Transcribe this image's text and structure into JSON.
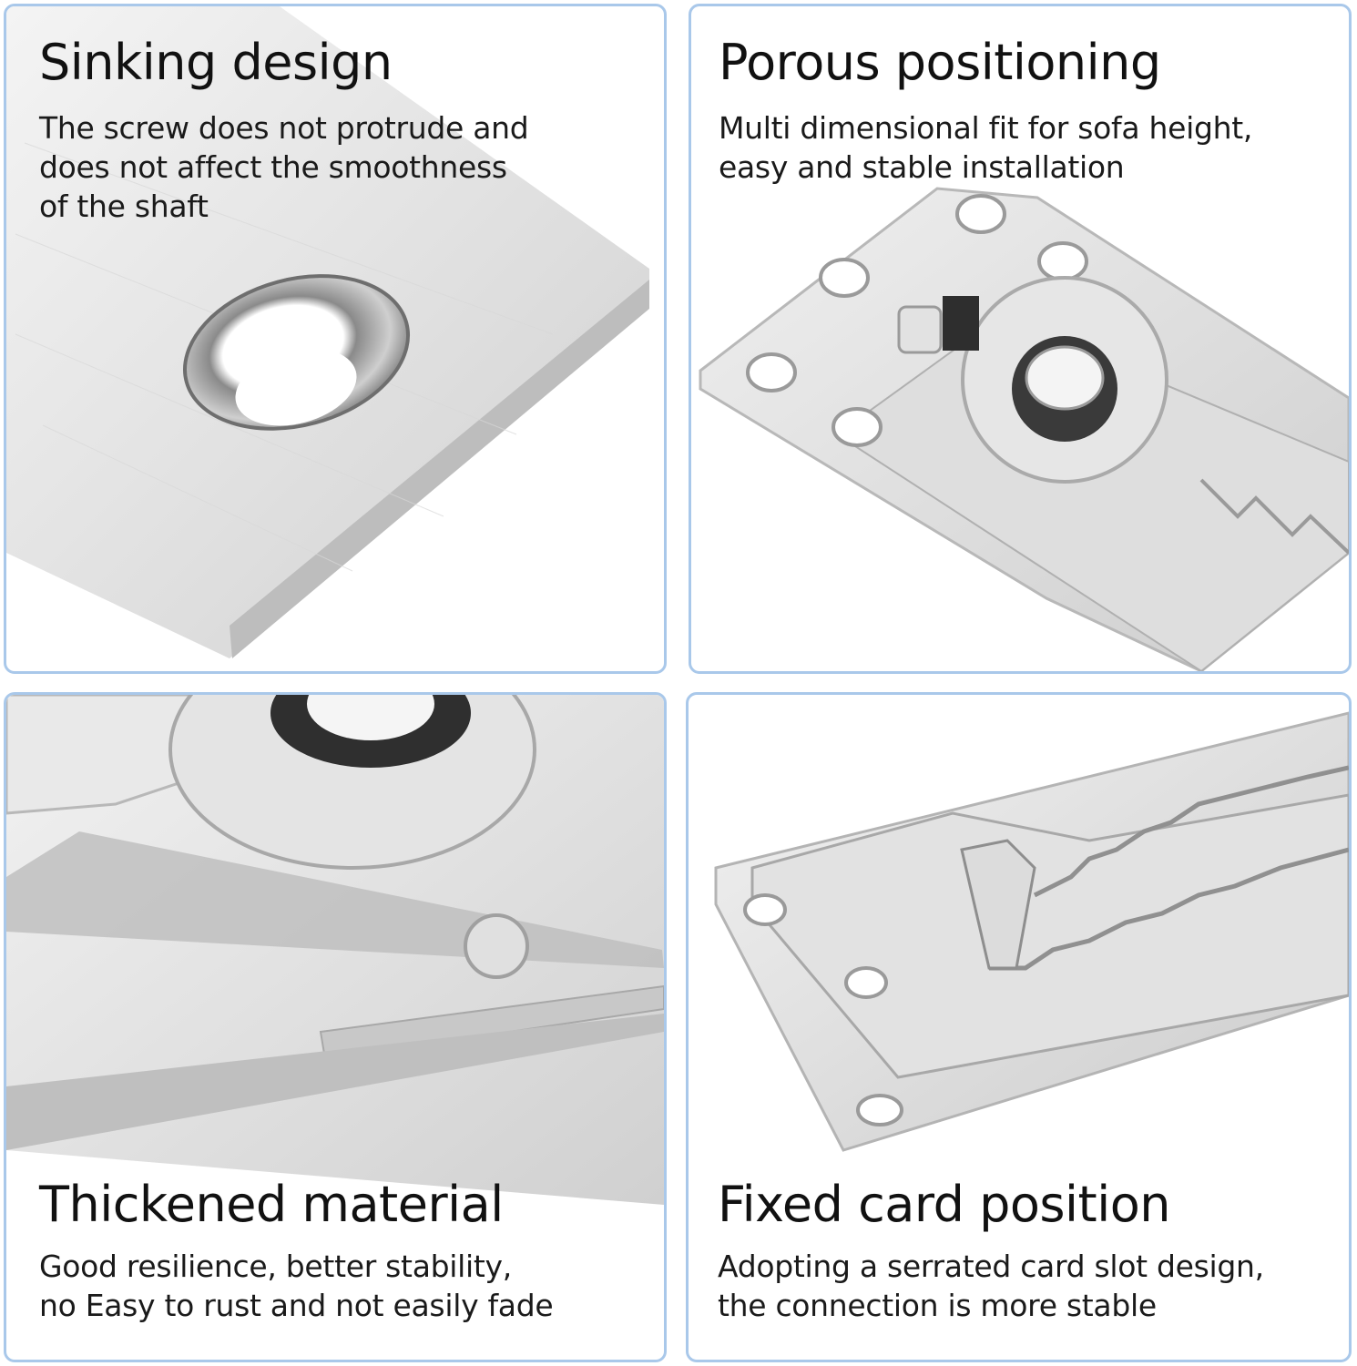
{
  "accent_color": "#a9c8ea",
  "panels": [
    {
      "title": "Sinking design",
      "description": "The screw does not protrude and\ndoes not affect the smoothness\nof the shaft",
      "image": "countersunk-screw-hole-closeup"
    },
    {
      "title": "Porous positioning",
      "description": "Multi dimensional fit for sofa height,\neasy and stable installation",
      "image": "sofa-connector-bracket-with-holes"
    },
    {
      "title": "Thickened material",
      "description": "Good resilience, better stability,\nno Easy to rust and not easily fade",
      "image": "thick-metal-plate-closeup"
    },
    {
      "title": "Fixed card position",
      "description": "Adopting a serrated card slot design,\nthe connection is more stable",
      "image": "serrated-card-slot-closeup"
    }
  ]
}
